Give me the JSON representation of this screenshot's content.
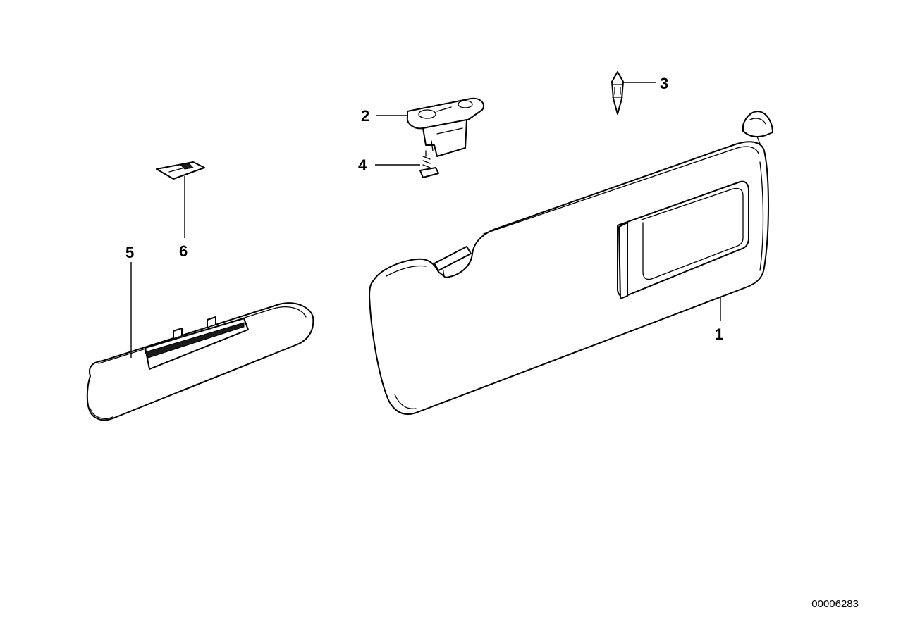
{
  "diagram": {
    "callouts": {
      "part_1": "1",
      "part_2": "2",
      "part_3": "3",
      "part_4": "4",
      "part_5": "5",
      "part_6": "6"
    },
    "reference_number": "00006283"
  },
  "colors": {
    "line": "#000000",
    "background": "#ffffff"
  }
}
